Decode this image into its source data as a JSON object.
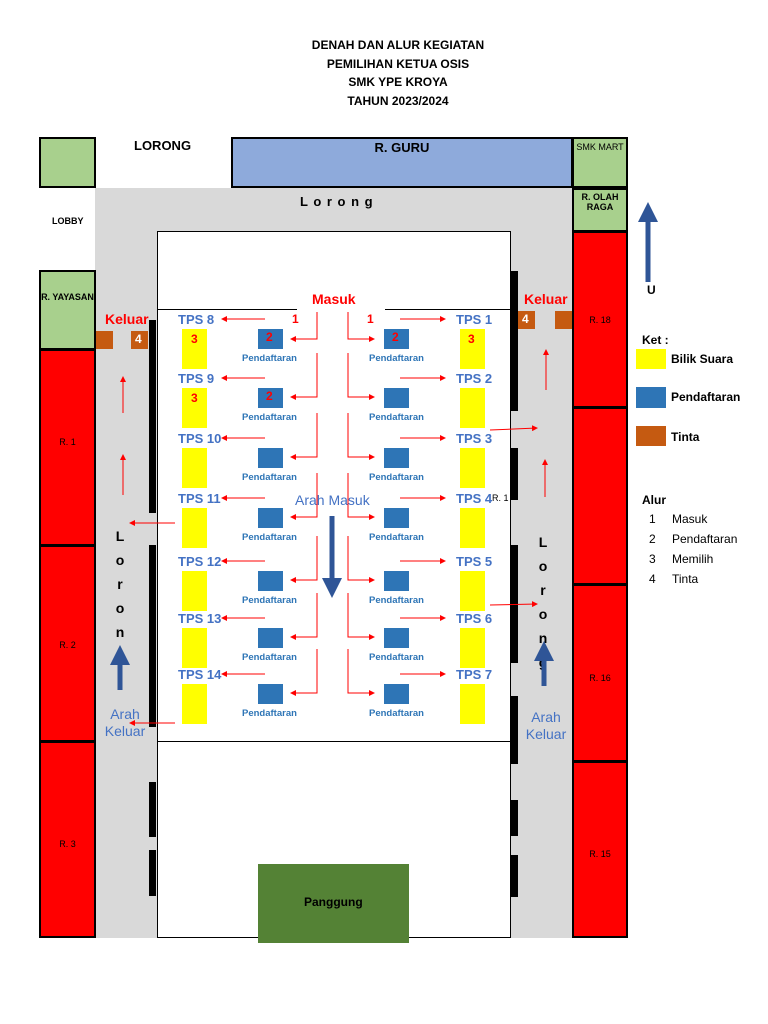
{
  "title": {
    "line1": "DENAH DAN ALUR KEGIATAN",
    "line2": "PEMILIHAN KETUA OSIS",
    "line3": "SMK YPE KROYA",
    "line4": "TAHUN 2023/2024"
  },
  "rooms": {
    "lorong_top": "LORONG",
    "r_guru": "R. GURU",
    "smk_mart": "SMK MART",
    "lorong_inner": "L o r o n g",
    "lobby": "LOBBY",
    "r_olah_raga": "R. OLAH RAGA",
    "r_yayasan": "R. YAYASAN",
    "r1": "R. 1",
    "r2": "R. 2",
    "r3": "R. 3",
    "r18": "R. 18",
    "r17": "R. 1",
    "r16": "R. 16",
    "r15": "R. 15",
    "panggung": "Panggung",
    "lorong_left": "Lorong",
    "lorong_right": "Lorong"
  },
  "flow": {
    "masuk": "Masuk",
    "keluar_left": "Keluar",
    "keluar_right": "Keluar",
    "arah_masuk": "Arah Masuk",
    "arah_keluar_left": "Arah Keluar",
    "arah_keluar_right": "Arah Keluar",
    "step1": "1",
    "step2": "2",
    "step3": "3",
    "step4": "4",
    "north": "U"
  },
  "tps_left": [
    "TPS 8",
    "TPS 9",
    "TPS 10",
    "TPS 11",
    "TPS 12",
    "TPS 13",
    "TPS 14"
  ],
  "tps_right": [
    "TPS 1",
    "TPS 2",
    "TPS 3",
    "TPS 4",
    "TPS 5",
    "TPS 6",
    "TPS 7"
  ],
  "pendaftaran_label": "Pendaftaran",
  "legend": {
    "ket": "Ket :",
    "bilik": "Bilik Suara",
    "pendaftaran": "Pendaftaran",
    "tinta": "Tinta",
    "alur": "Alur",
    "steps": [
      {
        "no": "1",
        "text": "Masuk"
      },
      {
        "no": "2",
        "text": "Pendaftaran"
      },
      {
        "no": "3",
        "text": "Memilih"
      },
      {
        "no": "4",
        "text": "Tinta"
      }
    ]
  },
  "colors": {
    "bilik": "#ffff00",
    "pendaftaran": "#2e75b6",
    "tinta": "#c55a11",
    "room_red": "#ff0000",
    "room_green": "#a8d08d",
    "room_blue": "#8eaadb",
    "corridor": "#d9d9d9",
    "stage": "#548235",
    "tps_text": "#4472c4",
    "flow_red": "#ff0000"
  }
}
